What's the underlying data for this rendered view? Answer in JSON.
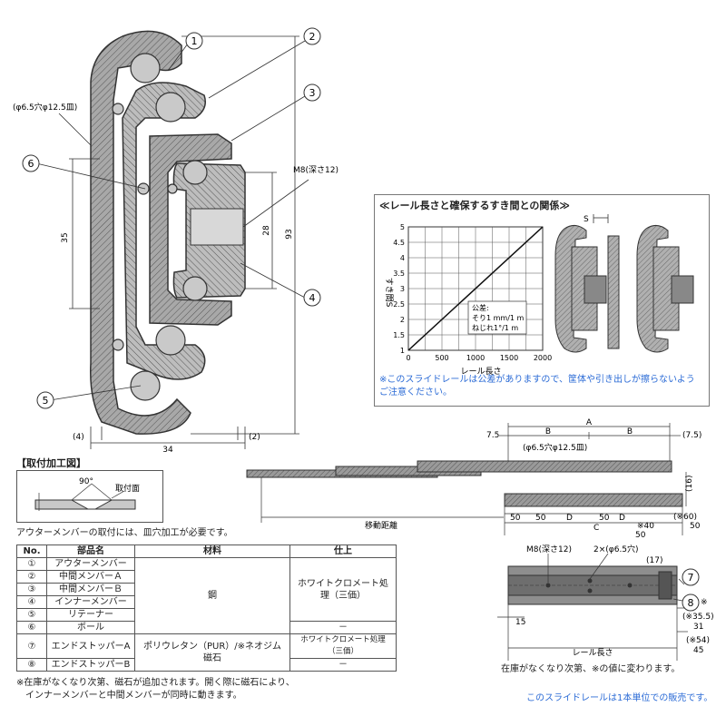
{
  "cross_section": {
    "callouts": [
      "1",
      "2",
      "3",
      "4",
      "5",
      "6"
    ],
    "hole_note": "(φ6.5穴φ12.5皿)",
    "m8_note": "M8(深さ12)",
    "dim_35": "35",
    "dim_28": "28",
    "dim_93": "93",
    "dim_34": "34",
    "dim_4": "(4)",
    "dim_2": "(2)"
  },
  "gap_chart": {
    "title": "≪レール長さと確保するすき間との関係≫",
    "ylabel": "すき間S",
    "xlabel": "レール長さ",
    "tolerance_lines": [
      "公差:",
      "そり1 mm/1 m",
      "ねじれ1°/1 m"
    ],
    "s_label": "S",
    "note_lines": [
      "※このスライドレールは公差がありますので、筐体や引き出しが擦らないよう",
      "ご注意ください。"
    ]
  },
  "chart_data": {
    "type": "line",
    "title": "≪レール長さと確保するすき間との関係≫",
    "xlabel": "レール長さ",
    "ylabel": "すき間S",
    "x_ticks": [
      "0",
      "500",
      "1000",
      "1500",
      "2000"
    ],
    "y_ticks": [
      "1",
      "1.5",
      "2",
      "2.5",
      "3",
      "3.5",
      "4",
      "4.5",
      "5"
    ],
    "xlim": [
      0,
      2000
    ],
    "ylim": [
      1,
      5
    ],
    "grid": true,
    "series": [
      {
        "x": [
          0,
          2000
        ],
        "y": [
          1,
          5
        ]
      }
    ]
  },
  "mounting": {
    "title": "【取付加工図】",
    "angle": "90°",
    "face_label": "取付面",
    "note": "アウターメンバーの取付には、皿穴加工が必要です。"
  },
  "parts_table": {
    "headers": [
      "No.",
      "部品名",
      "材料",
      "仕上"
    ],
    "rows": [
      {
        "no": "①",
        "name": "アウターメンバー"
      },
      {
        "no": "②",
        "name": "中間メンバーＡ"
      },
      {
        "no": "③",
        "name": "中間メンバーＢ"
      },
      {
        "no": "④",
        "name": "インナーメンバー"
      },
      {
        "no": "⑤",
        "name": "リテーナー"
      },
      {
        "no": "⑥",
        "name": "ボール"
      },
      {
        "no": "⑦",
        "name": "エンドストッパーA"
      },
      {
        "no": "⑧",
        "name": "エンドストッパーB"
      }
    ],
    "material_steel": "鋼",
    "material_stopper": "ポリウレタン（PUR）/※ネオジム磁石",
    "finish_chromate": "ホワイトクロメート処理（三価）",
    "finish_dash": "－",
    "finish_chromate_a": "ホワイトクロメート処理（三価）",
    "finish_dash_b": "－"
  },
  "footnote_lines": [
    "※在庫がなくなり次第、磁石が追加されます。開く際に磁石により、",
    "　インナーメンバーと中間メンバーが同時に動きます。"
  ],
  "rail_view": {
    "dim_A": "A",
    "dim_B": "B",
    "dim_75_left": "7.5",
    "dim_75_right": "(7.5)",
    "hole_note": "(φ6.5穴φ12.5皿)",
    "dim_16": "(16)",
    "travel": "移動距離",
    "dim_50a": "50",
    "dim_D": "D",
    "dim_C": "C",
    "dim_40": "※40",
    "dim_60": "(※60)",
    "dim_50b": "50",
    "dim_50c": "50"
  },
  "inner_view": {
    "m8": "M8(深さ12)",
    "holes": "2×(φ6.5穴)",
    "dim_17": "(17)",
    "dim_15": "15",
    "dim_355": "(※35.5)",
    "dim_31": "31",
    "dim_54": "(※54)",
    "dim_45": "45",
    "rail_length": "レール長さ",
    "callout7": "7",
    "callout8": "8",
    "mark": "※",
    "note": "在庫がなくなり次第、※の値に変わります。",
    "unit_note": "このスライドレールは1本単位での販売です。"
  },
  "colors": {
    "accent_blue": "#2b6bd6",
    "section_gray": "#9a9a9a",
    "line": "#333333"
  }
}
